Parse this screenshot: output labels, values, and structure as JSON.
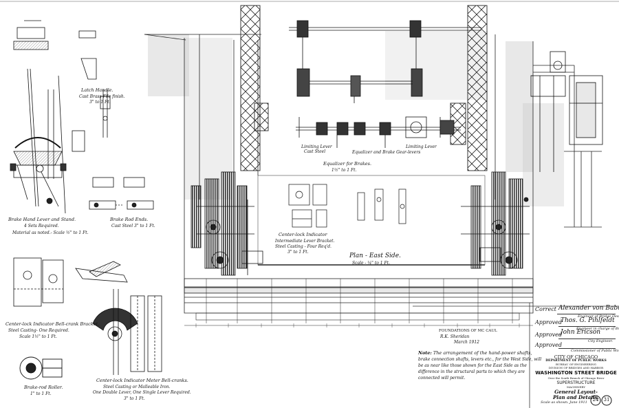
{
  "details": {
    "hand_lever": {
      "title": "Brake Hand Lever and Stand.",
      "req": "4 Sets Required.",
      "material": "Material as noted.- Scale ½\" to 1 Ft."
    },
    "latch": {
      "title": "Latch Handle.",
      "material": "Cast Brass-File finish.",
      "scale": "3\" to 1 Ft."
    },
    "rod_ends": {
      "title": "Brake Rod Ends.",
      "material": "Cast Steel 3\" to 1 Ft."
    },
    "bellcrank_bracket": {
      "title": "Center-lock Indicator Bell-crank Bracket.",
      "material": "Steel Casting- One Required.",
      "scale": "Scale 1½\" to 1 Ft."
    },
    "rod_roller": {
      "title": "Brake-rod Roller.",
      "scale": "1\" to 1 Ft."
    },
    "meter_bellcranks": {
      "title": "Center-lock Indicator Meter Bell-cranks.",
      "l1": "Steel Casting or Malleable Iron.",
      "l2": "One Double Lever, One Single Lever Required.",
      "scale": "3\" to 1 Ft."
    },
    "lever_bracket": {
      "title": "Center-lock Indicator",
      "l1": "Intermediate Lever Bracket.",
      "l2": "Steel Casting - Four Req'd.",
      "scale": "3\" to 1 Ft."
    },
    "equalizer": {
      "title": "Equalizer for Brakes.",
      "scale": "1½\" to 1 Ft.",
      "limiting_lever": "Limiting Lever",
      "equalizer_gen": "Equalizer and Brake Gear-levers",
      "cast_steel": "Cast Steel"
    }
  },
  "plan": {
    "title": "Plan - East Side.",
    "scale": "Scale - ¼\" to 1 Ft."
  },
  "note": {
    "l1": "The arrangement of the hand-power shafts,",
    "l2": "brake connection shafts, levers etc., for the West Side, will",
    "l3": "be as near like those shown for the East Side as the",
    "l4": "difference in the structural parts to which they are",
    "l5": "connected will permit."
  },
  "stamp": {
    "l1": "FOUNDATIONS OF MC CAUL",
    "l2": "R.K. Sheridan",
    "l3": "March 1912"
  },
  "approvals": [
    {
      "label": "Correct",
      "signature": "Alexander von Babo",
      "role": "Engineer of Bridge Design."
    },
    {
      "label": "Approved",
      "signature": "Thos. G. Pihlfeldt",
      "role": "Engineer in charge of Bridges."
    },
    {
      "label": "Approved",
      "signature": "John Ericson",
      "role": "City Engineer."
    },
    {
      "label": "Approved",
      "signature": "",
      "role": "Commissioner of Public Works."
    }
  ],
  "title_block": {
    "city": "CITY OF CHICAGO",
    "dept": "DEPARTMENT OF PUBLIC WORKS",
    "bureau": "BUREAU OF ENGINEERING",
    "division": "DIVISION OF BRIDGES AND HARBOR",
    "bridge": "WASHINGTON STREET BRIDGE",
    "location": "Over the South Branch of Chicago River",
    "section": "SUPERSTRUCTURE",
    "sub": "MACHINERY",
    "drawing": "General Layout-",
    "drawing2": "Plan and Details.",
    "scale": "Scale as shown. June 1911",
    "sheet_a": "24",
    "sheet_b": "31"
  }
}
